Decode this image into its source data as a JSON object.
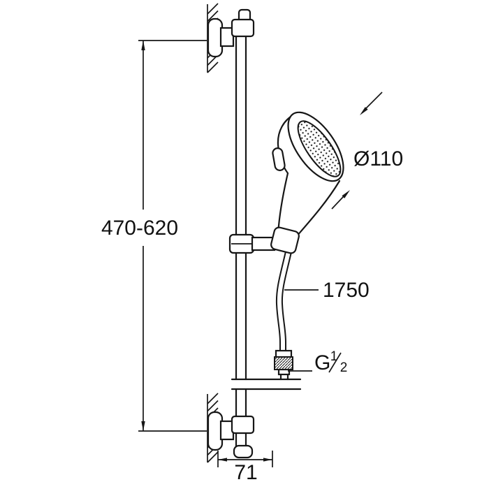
{
  "dimensions": {
    "rail_height_range": "470-620",
    "head_diameter": "Ø110",
    "hose_length": "1750",
    "thread_prefix": "G",
    "thread_numerator": "1",
    "thread_denominator": "2",
    "wall_offset": "71"
  }
}
